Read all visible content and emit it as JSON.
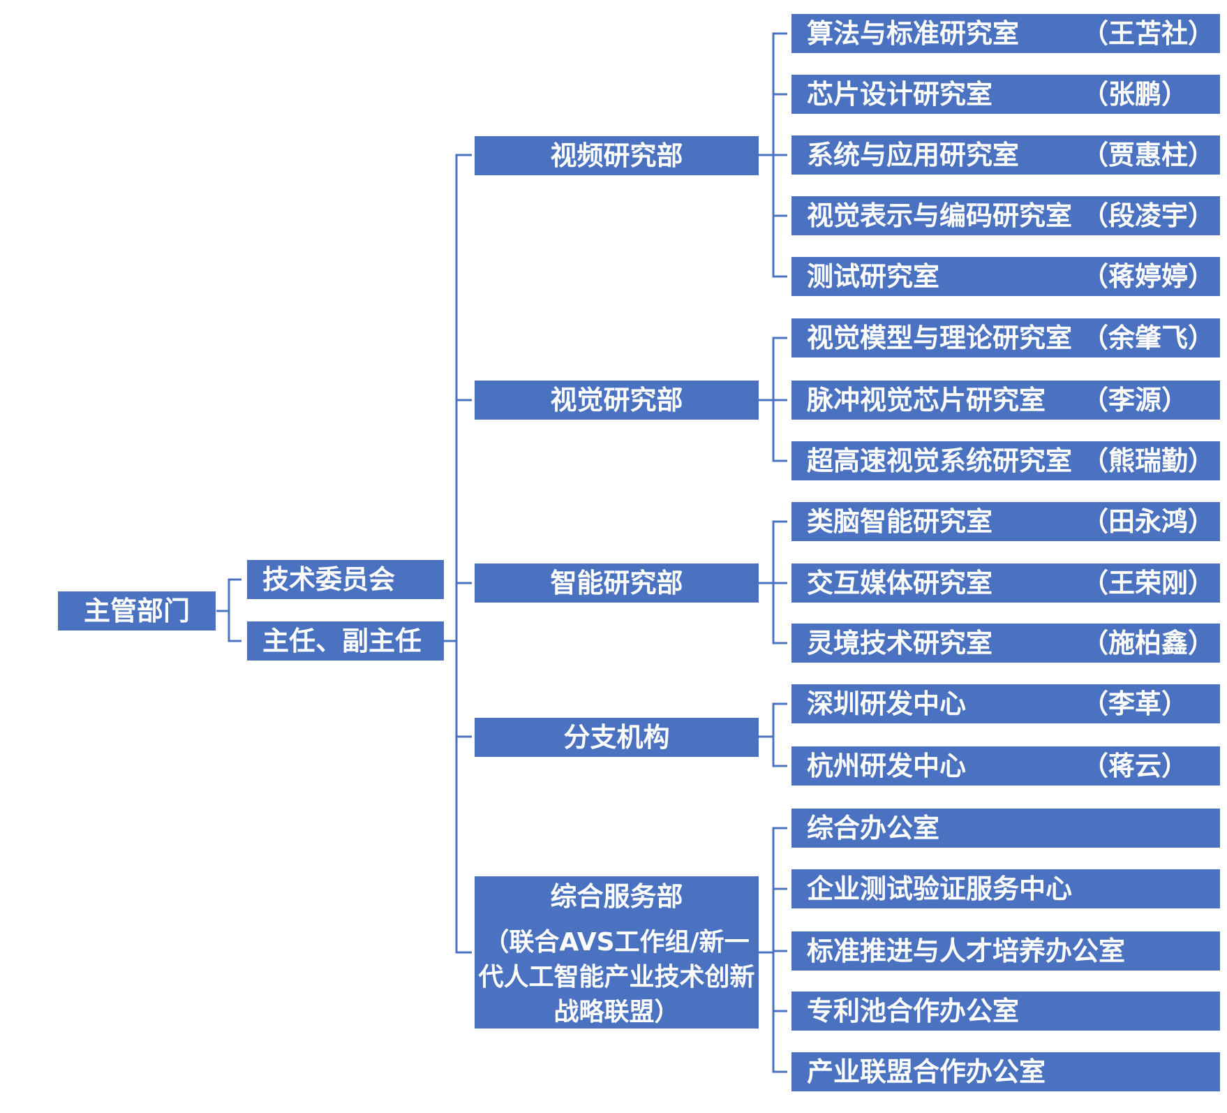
{
  "root": {
    "label": "主管部门"
  },
  "level1": [
    {
      "label": "技术委员会"
    },
    {
      "label": "主任、副主任"
    }
  ],
  "departments": [
    {
      "label": "视频研究部",
      "rooms": [
        {
          "name": "算法与标准研究室",
          "lead": "（王苫社）"
        },
        {
          "name": "芯片设计研究室",
          "lead": "（张鹏）"
        },
        {
          "name": "系统与应用研究室",
          "lead": "（贾惠柱）"
        },
        {
          "name": "视觉表示与编码研究室",
          "lead": "（段凌宇）"
        },
        {
          "name": "测试研究室",
          "lead": "（蒋婷婷）"
        }
      ]
    },
    {
      "label": "视觉研究部",
      "rooms": [
        {
          "name": "视觉模型与理论研究室",
          "lead": "（余肇飞）"
        },
        {
          "name": "脉冲视觉芯片研究室",
          "lead": "（李源）"
        },
        {
          "name": "超高速视觉系统研究室",
          "lead": "（熊瑞勤）"
        }
      ]
    },
    {
      "label": "智能研究部",
      "rooms": [
        {
          "name": "类脑智能研究室",
          "lead": "（田永鸿）"
        },
        {
          "name": "交互媒体研究室",
          "lead": "（王荣刚）"
        },
        {
          "name": "灵境技术研究室",
          "lead": "（施柏鑫）"
        }
      ]
    },
    {
      "label": "分支机构",
      "rooms": [
        {
          "name": "深圳研发中心",
          "lead": "（李革）"
        },
        {
          "name": "杭州研发中心",
          "lead": "（蒋云）"
        }
      ]
    },
    {
      "label": "综合服务部",
      "sublabel": "（联合AVS工作组/新一代人工智能产业技术创新战略联盟）",
      "rooms": [
        {
          "name": "综合办公室",
          "lead": ""
        },
        {
          "name": "企业测试验证服务中心",
          "lead": ""
        },
        {
          "name": "标准推进与人才培养办公室",
          "lead": ""
        },
        {
          "name": "专利池合作办公室",
          "lead": ""
        },
        {
          "name": "产业联盟合作办公室",
          "lead": ""
        }
      ]
    }
  ],
  "colors": {
    "box": "#4a72c0",
    "text": "#ffffff",
    "line": "#4a72c0"
  }
}
